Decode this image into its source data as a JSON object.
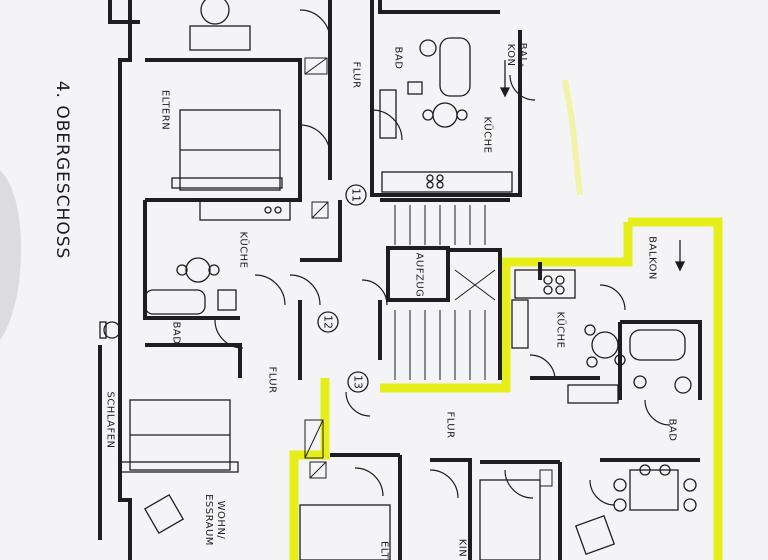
{
  "plan": {
    "floor_title": "4. OBERGESCHOSS",
    "rooms": {
      "bad_top": "BAD",
      "balkon_top": "BAL-\nKON",
      "flur_top": "FLUR",
      "eltern_top": "ELTERN",
      "kueche_top": "KÜCHE",
      "kueche_left": "KÜCHE",
      "bad_left": "BAD",
      "flur_left": "FLUR",
      "schlafen": "SCHLAFEN",
      "wohn_ess": "WOHN/\nESSRAUM",
      "aufzug": "AUFZUG",
      "balkon_right": "BALKON",
      "kueche_right": "KÜCHE",
      "bad_right": "BAD",
      "flur_mid": "FLUR",
      "elt_bottom": "ELT",
      "kin_bottom": "KIN"
    },
    "unit_numbers": [
      "11",
      "12",
      "13"
    ],
    "colors": {
      "paper": "#f4f4f6",
      "ink": "#1e1e22",
      "highlight": "#e6ee1a",
      "fold_shadow": "#d9d9de"
    }
  }
}
